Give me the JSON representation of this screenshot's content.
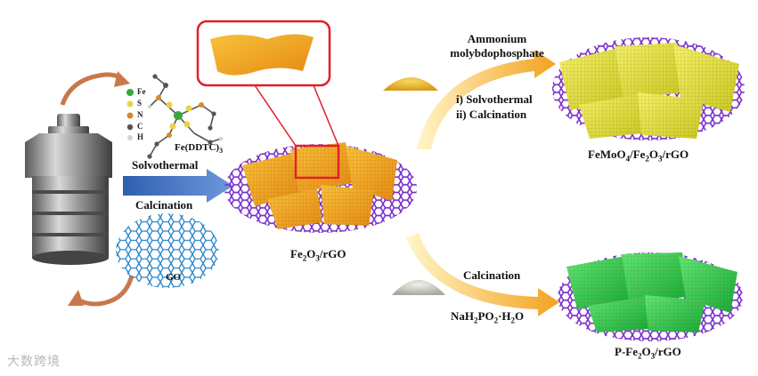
{
  "precursor": {
    "formula": "Fe(DDTC)",
    "subscript": "3",
    "legend": [
      {
        "symbol": "Fe",
        "color": "#3aa53a"
      },
      {
        "symbol": "S",
        "color": "#e8d34a"
      },
      {
        "symbol": "N",
        "color": "#d98a2a"
      },
      {
        "symbol": "C",
        "color": "#555555"
      },
      {
        "symbol": "H",
        "color": "#c8d8c8"
      }
    ]
  },
  "step1": {
    "top_label": "Solvothermal",
    "bottom_label": "Calcination"
  },
  "go_label": "GO",
  "center_product": {
    "parts": [
      "Fe",
      "2",
      "O",
      "3",
      "/rGO"
    ]
  },
  "upper_route": {
    "reagent_line1": "Ammonium",
    "reagent_line2": "molybdophosphate",
    "step_i": "i) Solvothermal",
    "step_ii": "ii) Calcination",
    "product_parts": [
      "FeMoO",
      "4",
      "/Fe",
      "2",
      "O",
      "3",
      "/rGO"
    ]
  },
  "lower_route": {
    "step": "Calcination",
    "reagent_parts": [
      "NaH",
      "2",
      "PO",
      "2",
      "·H",
      "2",
      "O"
    ],
    "product_parts": [
      "P-Fe",
      "2",
      "O",
      "3",
      "/rGO"
    ]
  },
  "watermark": "大数跨境",
  "colors": {
    "autoclave": "#8a8a8a",
    "arrow_blue": "#3f6fc4",
    "arrow_orange": "#f3a21f",
    "graphene_blue": "#2a86c9",
    "rgo_purple": "#7a2fc8",
    "fe2o3_orange": "#f4a526",
    "femoo4_yellow": "#e6e23a",
    "p_fe2o3_green": "#2ec84a",
    "zoom_red": "#e0202a",
    "curve_arrow": "#c8784a"
  }
}
